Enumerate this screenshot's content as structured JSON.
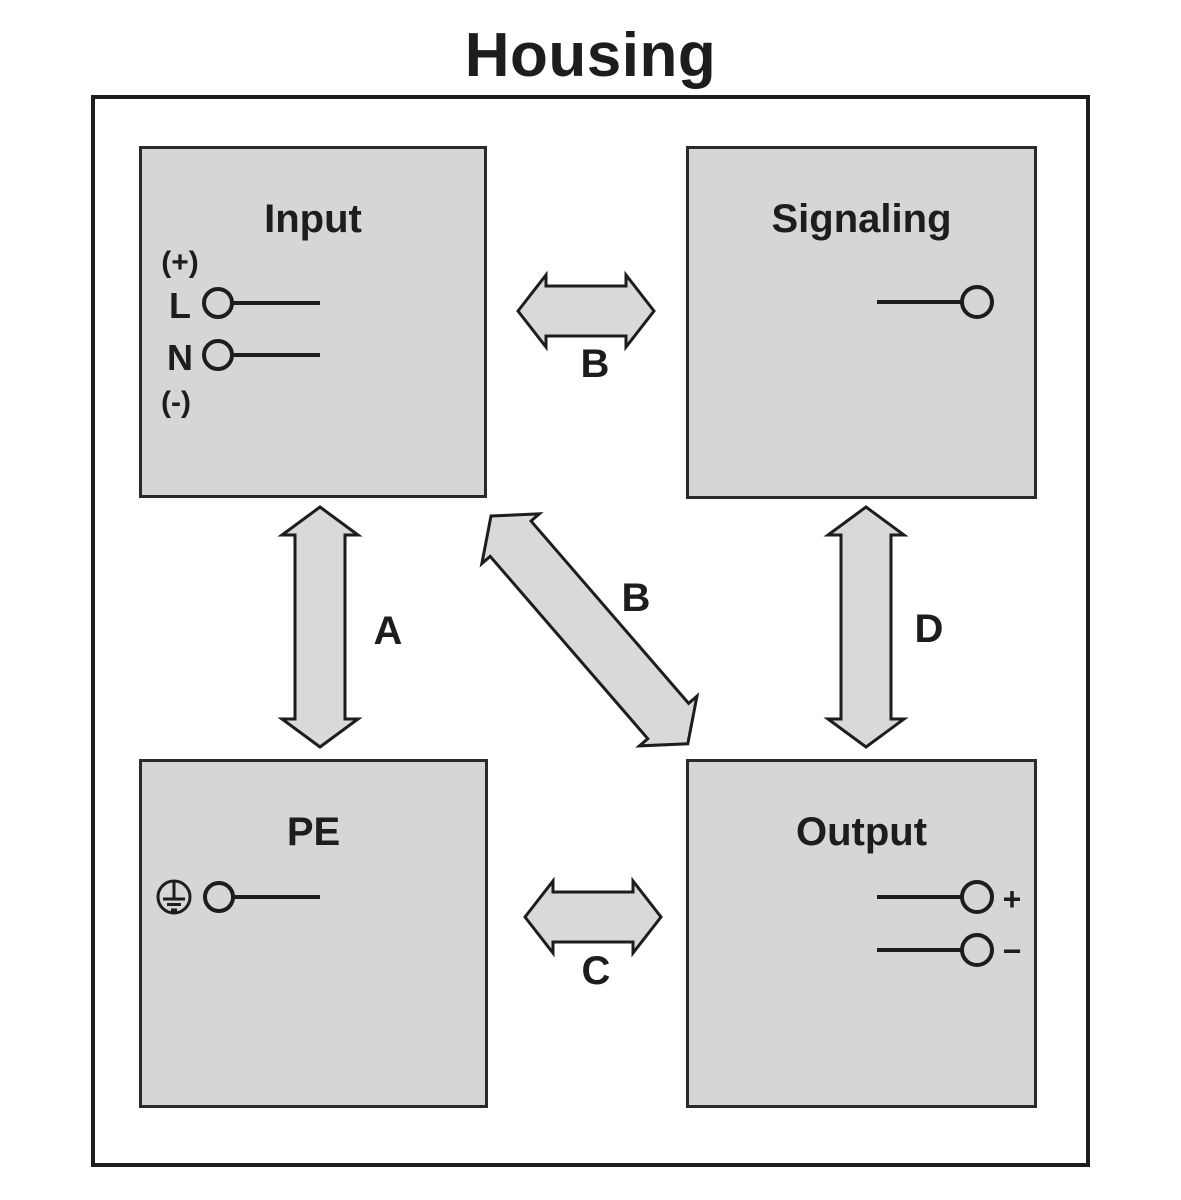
{
  "title": "Housing",
  "blocks": {
    "input": {
      "label": "Input",
      "terminals": {
        "plus": "(+)",
        "line": "L",
        "neutral": "N",
        "minus": "(-)"
      }
    },
    "signaling": {
      "label": "Signaling"
    },
    "pe": {
      "label": "PE"
    },
    "output": {
      "label": "Output",
      "terminals": {
        "plus": "+",
        "minus": "−"
      }
    }
  },
  "arrows": {
    "input_pe": {
      "label": "A"
    },
    "input_signaling": {
      "label": "B"
    },
    "input_output": {
      "label": "B"
    },
    "pe_output": {
      "label": "C"
    },
    "signaling_output": {
      "label": "D"
    }
  },
  "icons": {
    "pe_symbol": "protective-earth-ground-icon",
    "terminal": "terminal-circle-icon",
    "arrow": "double-headed-arrow-icon"
  },
  "colors": {
    "background": "#ffffff",
    "block_fill": "#d6d6d6",
    "arrow_fill": "#d9d9d9",
    "outline": "#1d1d1d"
  }
}
